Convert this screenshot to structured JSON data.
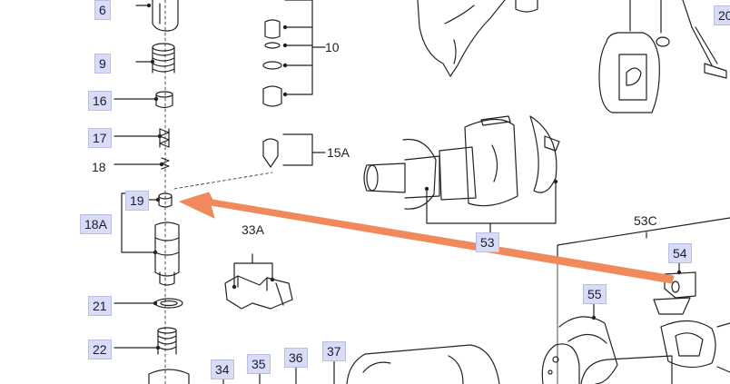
{
  "labels": {
    "l6": "6",
    "l9": "9",
    "l16": "16",
    "l17": "17",
    "l18": "18",
    "l19": "19",
    "l18A": "18A",
    "l21": "21",
    "l22": "22",
    "l10": "10",
    "l15A": "15A",
    "l33A": "33A",
    "l53": "53",
    "l53C": "53C",
    "l54": "54",
    "l55": "55",
    "l34": "34",
    "l35": "35",
    "l36": "36",
    "l37": "37",
    "l20": "20"
  },
  "colors": {
    "arrow": "#f08a5d",
    "label_box": "#d9dcf5",
    "line": "#222222"
  }
}
